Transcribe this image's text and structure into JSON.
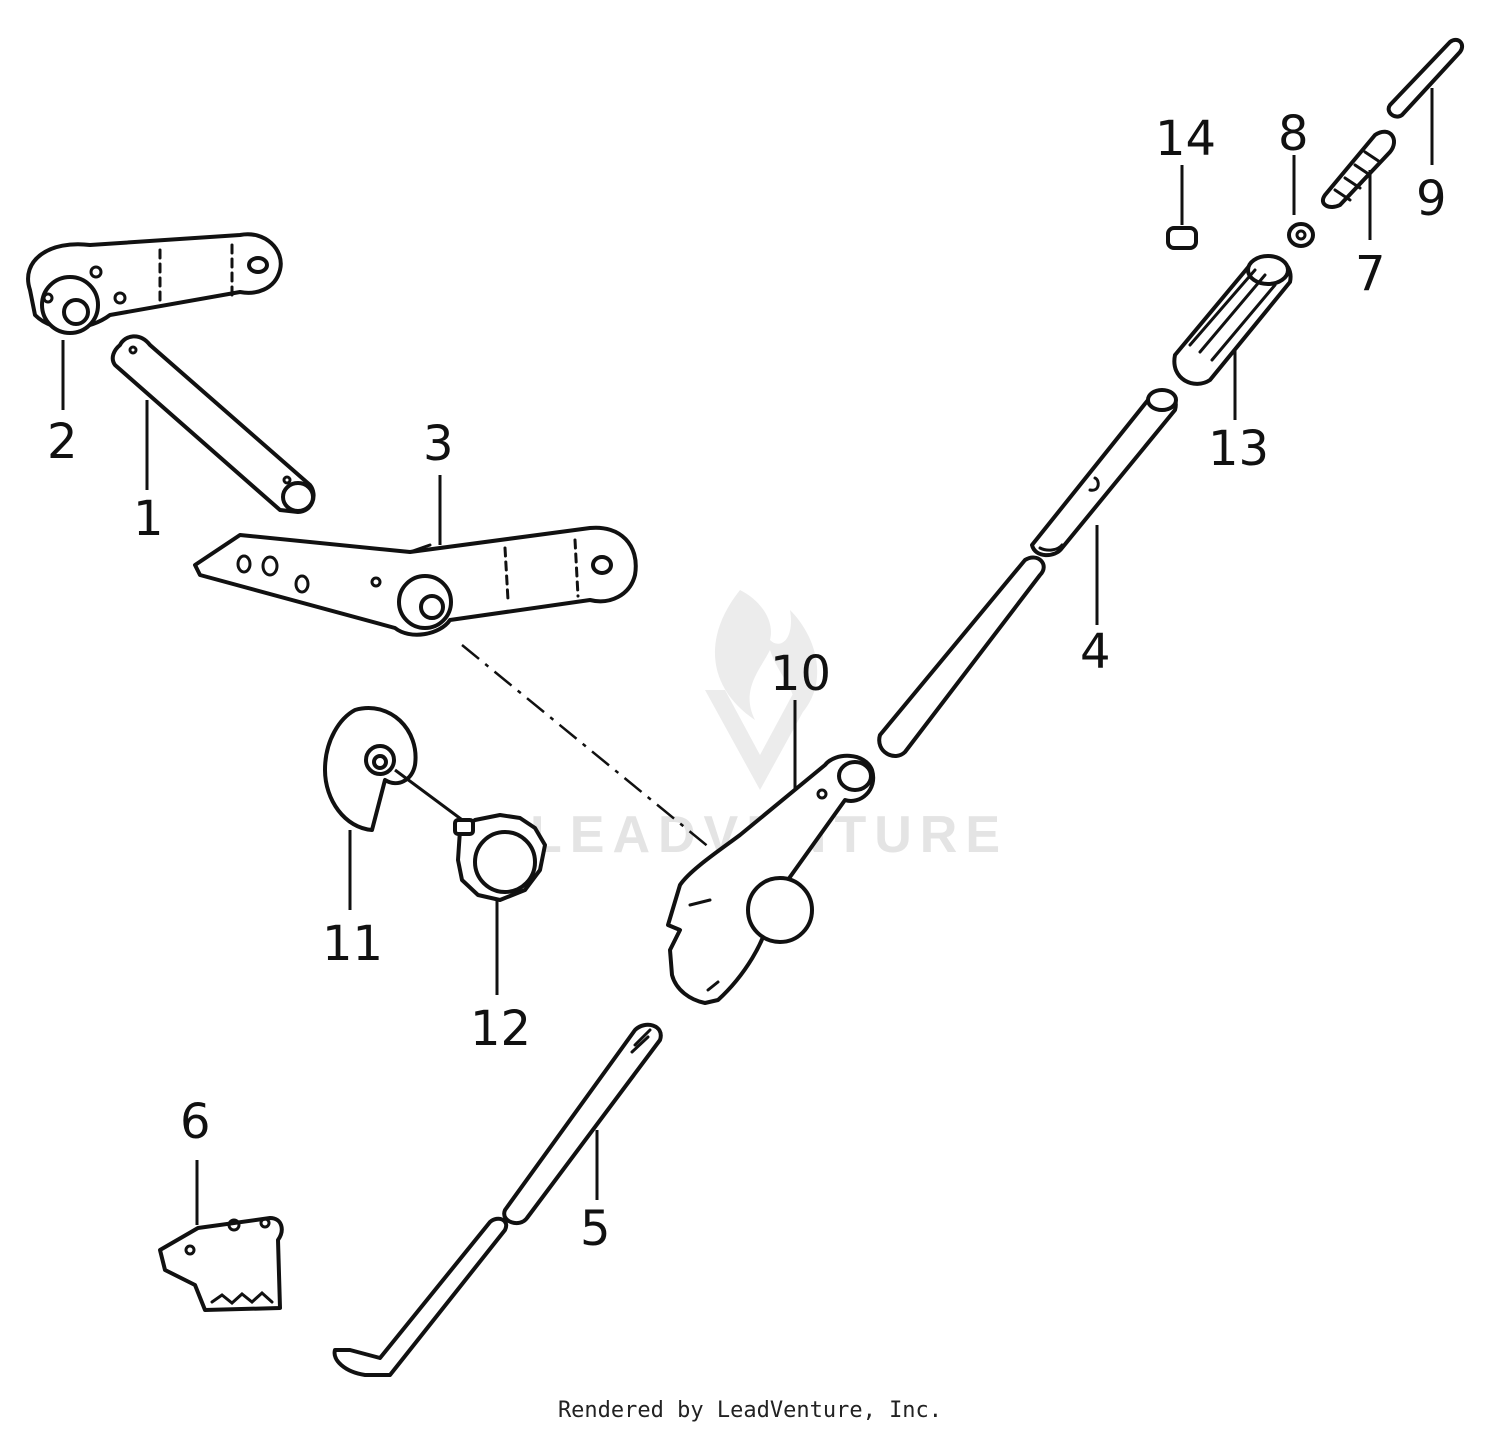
{
  "watermark": "LEADVENTURE",
  "footer": "Rendered by LeadVenture, Inc.",
  "callouts": [
    {
      "id": "1",
      "label": "1"
    },
    {
      "id": "2",
      "label": "2"
    },
    {
      "id": "3",
      "label": "3"
    },
    {
      "id": "4",
      "label": "4"
    },
    {
      "id": "5",
      "label": "5"
    },
    {
      "id": "6",
      "label": "6"
    },
    {
      "id": "7",
      "label": "7"
    },
    {
      "id": "8",
      "label": "8"
    },
    {
      "id": "9",
      "label": "9"
    },
    {
      "id": "10",
      "label": "10"
    },
    {
      "id": "11",
      "label": "11"
    },
    {
      "id": "12",
      "label": "12"
    },
    {
      "id": "13",
      "label": "13"
    },
    {
      "id": "14",
      "label": "14"
    }
  ]
}
